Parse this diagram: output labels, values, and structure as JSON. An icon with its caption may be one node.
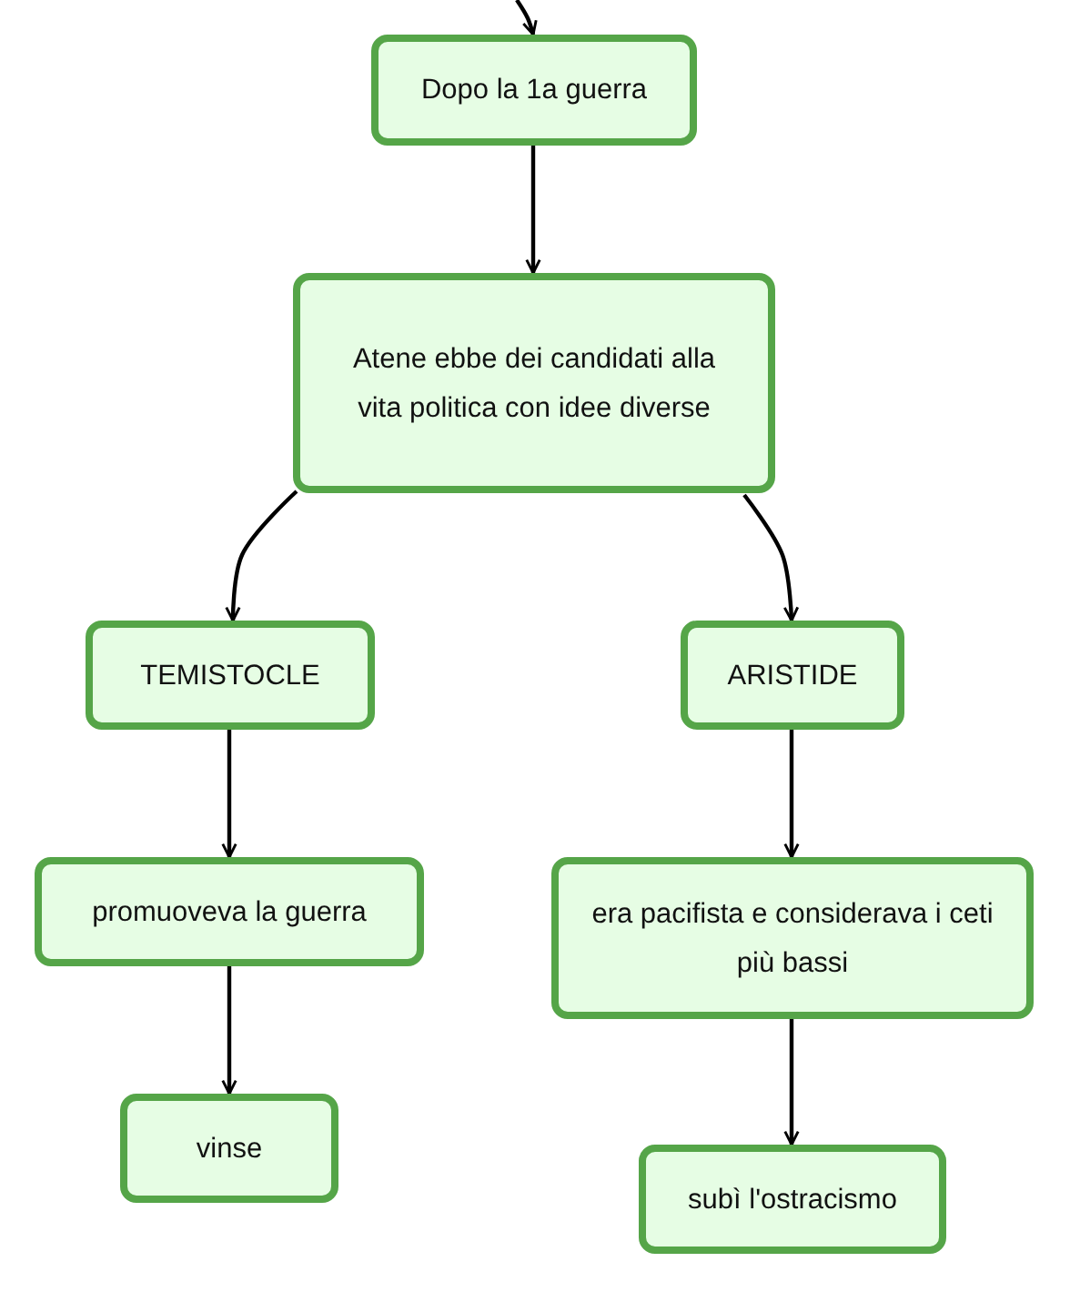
{
  "diagram": {
    "nodes": [
      {
        "text": [
          "Dopo la 1a guerra"
        ]
      },
      {
        "text": [
          "Atene ebbe dei candidati alla vita politica con idee diverse"
        ]
      },
      {
        "text": [
          "TEMISTOCLE"
        ]
      },
      {
        "text": [
          "ARISTIDE"
        ]
      },
      {
        "text": [
          "promuoveva la guerra"
        ]
      },
      {
        "text": [
          "era pacifista e considerava i ceti più bassi"
        ]
      },
      {
        "text": [
          "vinse"
        ]
      },
      {
        "text": [
          "subì l'ostracismo"
        ]
      }
    ],
    "edges": [
      {
        "from": null,
        "to": 0,
        "arrow": "to"
      },
      {
        "from": 0,
        "to": 1,
        "arrow": "to"
      },
      {
        "from": 1,
        "to": 2,
        "arrow": "to"
      },
      {
        "from": 1,
        "to": 3,
        "arrow": "to"
      },
      {
        "from": 2,
        "to": 4,
        "arrow": "to"
      },
      {
        "from": 4,
        "to": 6,
        "arrow": "to"
      },
      {
        "from": 3,
        "to": 5,
        "arrow": "to"
      },
      {
        "from": 5,
        "to": 7,
        "arrow": "to"
      }
    ]
  }
}
